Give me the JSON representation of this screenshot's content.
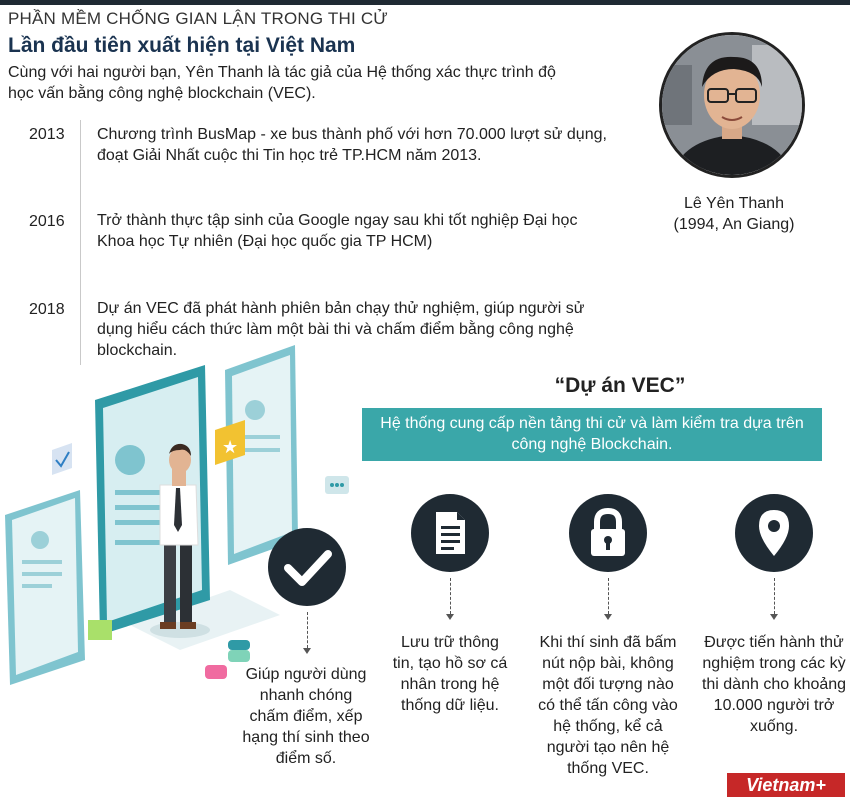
{
  "header": {
    "kicker": "PHẦN MỀM CHỐNG GIAN LẬN TRONG THI CỬ",
    "title": "Lần đầu tiên xuất hiện tại Việt Nam",
    "intro": "Cùng với hai người bạn, Yên Thanh là tác giả của Hệ thống xác thực trình độ học vấn bằng công nghệ blockchain (VEC)."
  },
  "timeline": [
    {
      "year": "2013",
      "text": "Chương trình BusMap - xe bus thành phố với hơn 70.000 lượt sử dụng, đoạt Giải Nhất cuộc thi Tin học trẻ TP.HCM năm 2013."
    },
    {
      "year": "2016",
      "text": "Trở thành thực tập sinh của Google ngay sau khi tốt nghiệp Đại học Khoa học Tự nhiên (Đại học quốc gia TP HCM)"
    },
    {
      "year": "2018",
      "text": "Dự án VEC đã phát hành phiên bản chạy thử nghiệm, giúp người sử dụng hiểu cách thức làm một bài thi và chấm điểm bằng công nghệ blockchain."
    }
  ],
  "person": {
    "name": "Lê Yên Thanh",
    "detail": "(1994, An Giang)"
  },
  "vec": {
    "title": "“Dự án VEC”",
    "description": "Hệ thống cung cấp nền tảng thi cử và làm kiểm tra dựa trên công nghệ Blockchain."
  },
  "features": [
    {
      "icon": "checkmark-icon",
      "text": "Giúp người dùng nhanh chóng chấm điểm, xếp hạng thí sinh theo điểm số."
    },
    {
      "icon": "document-icon",
      "text": "Lưu trữ thông tin, tạo hồ sơ cá nhân trong hệ thống dữ liệu."
    },
    {
      "icon": "lock-icon",
      "text": "Khi thí sinh đã bấm nút nộp bài, không một đối tượng nào có thể tấn công vào hệ thống, kể cả người tạo nên hệ thống VEC."
    },
    {
      "icon": "location-pin-icon",
      "text": "Được tiến hành thử nghiệm trong các kỳ thi dành cho khoảng 10.000 người trở xuống."
    }
  ],
  "brand": {
    "logo": "Vietnam+"
  },
  "colors": {
    "teal": "#3aa7a9",
    "dark": "#1f2a33",
    "title": "#1a3350",
    "brand_red": "#c62828"
  }
}
